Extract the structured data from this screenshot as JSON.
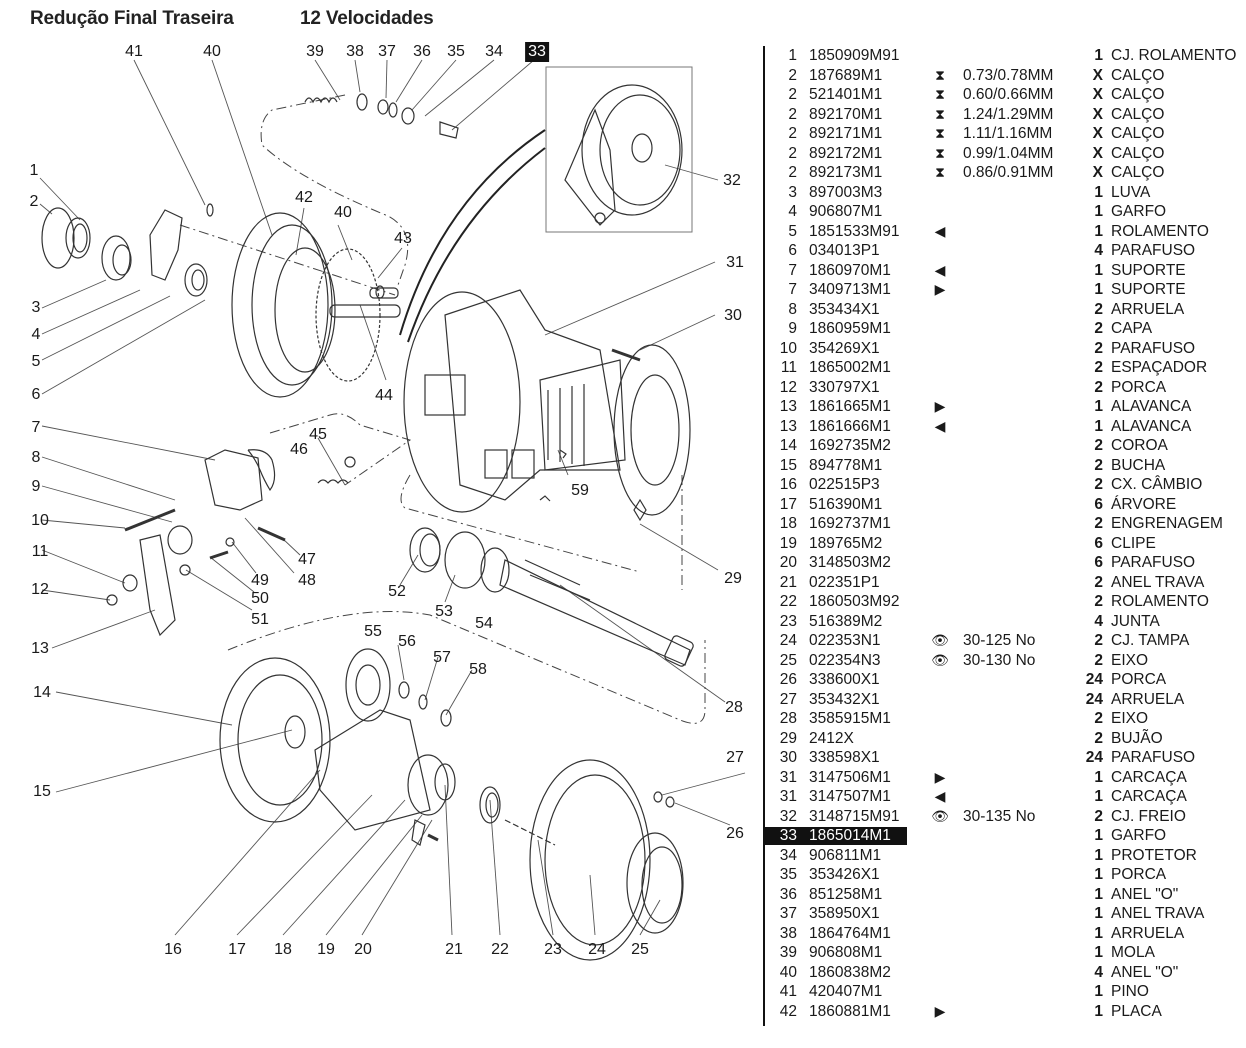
{
  "header": {
    "title": "Redução Final Traseira",
    "subtitle": "12 Velocidades"
  },
  "diagram": {
    "highlighted_callout": "33",
    "callouts": [
      {
        "label": "41"
      },
      {
        "label": "40"
      },
      {
        "label": "39"
      },
      {
        "label": "38"
      },
      {
        "label": "37"
      },
      {
        "label": "36"
      },
      {
        "label": "35"
      },
      {
        "label": "34"
      },
      {
        "label": "33"
      },
      {
        "label": "1"
      },
      {
        "label": "2"
      },
      {
        "label": "3"
      },
      {
        "label": "4"
      },
      {
        "label": "5"
      },
      {
        "label": "6"
      },
      {
        "label": "42"
      },
      {
        "label": "40"
      },
      {
        "label": "43"
      },
      {
        "label": "44"
      },
      {
        "label": "32"
      },
      {
        "label": "31"
      },
      {
        "label": "30"
      },
      {
        "label": "7"
      },
      {
        "label": "8"
      },
      {
        "label": "9"
      },
      {
        "label": "10"
      },
      {
        "label": "11"
      },
      {
        "label": "12"
      },
      {
        "label": "13"
      },
      {
        "label": "45"
      },
      {
        "label": "46"
      },
      {
        "label": "47"
      },
      {
        "label": "48"
      },
      {
        "label": "49"
      },
      {
        "label": "50"
      },
      {
        "label": "51"
      },
      {
        "label": "59"
      },
      {
        "label": "52"
      },
      {
        "label": "53"
      },
      {
        "label": "54"
      },
      {
        "label": "29"
      },
      {
        "label": "28"
      },
      {
        "label": "55"
      },
      {
        "label": "56"
      },
      {
        "label": "57"
      },
      {
        "label": "58"
      },
      {
        "label": "14"
      },
      {
        "label": "15"
      },
      {
        "label": "27"
      },
      {
        "label": "26"
      },
      {
        "label": "16"
      },
      {
        "label": "17"
      },
      {
        "label": "18"
      },
      {
        "label": "19"
      },
      {
        "label": "20"
      },
      {
        "label": "21"
      },
      {
        "label": "22"
      },
      {
        "label": "23"
      },
      {
        "label": "24"
      },
      {
        "label": "25"
      }
    ]
  },
  "symbols": {
    "shim": "⧗",
    "left": "◀",
    "right": "▶",
    "serial": "👁"
  },
  "parts": [
    {
      "ref": "1",
      "part_number": "1850909M91",
      "symbol": "",
      "note": "",
      "qty": "1",
      "description": "CJ. ROLAMENTO"
    },
    {
      "ref": "2",
      "part_number": "187689M1",
      "symbol": "shim",
      "note": "0.73/0.78MM",
      "qty": "X",
      "description": "CALÇO"
    },
    {
      "ref": "2",
      "part_number": "521401M1",
      "symbol": "shim",
      "note": "0.60/0.66MM",
      "qty": "X",
      "description": "CALÇO"
    },
    {
      "ref": "2",
      "part_number": "892170M1",
      "symbol": "shim",
      "note": "1.24/1.29MM",
      "qty": "X",
      "description": "CALÇO"
    },
    {
      "ref": "2",
      "part_number": "892171M1",
      "symbol": "shim",
      "note": "1.11/1.16MM",
      "qty": "X",
      "description": "CALÇO"
    },
    {
      "ref": "2",
      "part_number": "892172M1",
      "symbol": "shim",
      "note": "0.99/1.04MM",
      "qty": "X",
      "description": "CALÇO"
    },
    {
      "ref": "2",
      "part_number": "892173M1",
      "symbol": "shim",
      "note": "0.86/0.91MM",
      "qty": "X",
      "description": "CALÇO"
    },
    {
      "ref": "3",
      "part_number": "897003M3",
      "symbol": "",
      "note": "",
      "qty": "1",
      "description": "LUVA"
    },
    {
      "ref": "4",
      "part_number": "906807M1",
      "symbol": "",
      "note": "",
      "qty": "1",
      "description": "GARFO"
    },
    {
      "ref": "5",
      "part_number": "1851533M91",
      "symbol": "left",
      "note": "",
      "qty": "1",
      "description": "ROLAMENTO"
    },
    {
      "ref": "6",
      "part_number": "034013P1",
      "symbol": "",
      "note": "",
      "qty": "4",
      "description": "PARAFUSO"
    },
    {
      "ref": "7",
      "part_number": "1860970M1",
      "symbol": "left",
      "note": "",
      "qty": "1",
      "description": "SUPORTE"
    },
    {
      "ref": "7",
      "part_number": "3409713M1",
      "symbol": "right",
      "note": "",
      "qty": "1",
      "description": "SUPORTE"
    },
    {
      "ref": "8",
      "part_number": "353434X1",
      "symbol": "",
      "note": "",
      "qty": "2",
      "description": "ARRUELA"
    },
    {
      "ref": "9",
      "part_number": "1860959M1",
      "symbol": "",
      "note": "",
      "qty": "2",
      "description": "CAPA"
    },
    {
      "ref": "10",
      "part_number": "354269X1",
      "symbol": "",
      "note": "",
      "qty": "2",
      "description": "PARAFUSO"
    },
    {
      "ref": "11",
      "part_number": "1865002M1",
      "symbol": "",
      "note": "",
      "qty": "2",
      "description": "ESPAÇADOR"
    },
    {
      "ref": "12",
      "part_number": "330797X1",
      "symbol": "",
      "note": "",
      "qty": "2",
      "description": "PORCA"
    },
    {
      "ref": "13",
      "part_number": "1861665M1",
      "symbol": "right",
      "note": "",
      "qty": "1",
      "description": "ALAVANCA"
    },
    {
      "ref": "13",
      "part_number": "1861666M1",
      "symbol": "left",
      "note": "",
      "qty": "1",
      "description": "ALAVANCA"
    },
    {
      "ref": "14",
      "part_number": "1692735M2",
      "symbol": "",
      "note": "",
      "qty": "2",
      "description": "COROA"
    },
    {
      "ref": "15",
      "part_number": "894778M1",
      "symbol": "",
      "note": "",
      "qty": "2",
      "description": "BUCHA"
    },
    {
      "ref": "16",
      "part_number": "022515P3",
      "symbol": "",
      "note": "",
      "qty": "2",
      "description": "CX. CÂMBIO"
    },
    {
      "ref": "17",
      "part_number": "516390M1",
      "symbol": "",
      "note": "",
      "qty": "6",
      "description": "ÁRVORE"
    },
    {
      "ref": "18",
      "part_number": "1692737M1",
      "symbol": "",
      "note": "",
      "qty": "2",
      "description": "ENGRENAGEM"
    },
    {
      "ref": "19",
      "part_number": "189765M2",
      "symbol": "",
      "note": "",
      "qty": "6",
      "description": "CLIPE"
    },
    {
      "ref": "20",
      "part_number": "3148503M2",
      "symbol": "",
      "note": "",
      "qty": "6",
      "description": "PARAFUSO"
    },
    {
      "ref": "21",
      "part_number": "022351P1",
      "symbol": "",
      "note": "",
      "qty": "2",
      "description": "ANEL TRAVA"
    },
    {
      "ref": "22",
      "part_number": "1860503M92",
      "symbol": "",
      "note": "",
      "qty": "2",
      "description": "ROLAMENTO"
    },
    {
      "ref": "23",
      "part_number": "516389M2",
      "symbol": "",
      "note": "",
      "qty": "4",
      "description": "JUNTA"
    },
    {
      "ref": "24",
      "part_number": "022353N1",
      "symbol": "serial",
      "note": "30-125 No",
      "qty": "2",
      "description": "CJ. TAMPA"
    },
    {
      "ref": "25",
      "part_number": "022354N3",
      "symbol": "serial",
      "note": "30-130 No",
      "qty": "2",
      "description": "EIXO"
    },
    {
      "ref": "26",
      "part_number": "338600X1",
      "symbol": "",
      "note": "",
      "qty": "24",
      "description": "PORCA"
    },
    {
      "ref": "27",
      "part_number": "353432X1",
      "symbol": "",
      "note": "",
      "qty": "24",
      "description": "ARRUELA"
    },
    {
      "ref": "28",
      "part_number": "3585915M1",
      "symbol": "",
      "note": "",
      "qty": "2",
      "description": "EIXO"
    },
    {
      "ref": "29",
      "part_number": "2412X",
      "symbol": "",
      "note": "",
      "qty": "2",
      "description": "BUJÃO"
    },
    {
      "ref": "30",
      "part_number": "338598X1",
      "symbol": "",
      "note": "",
      "qty": "24",
      "description": "PARAFUSO"
    },
    {
      "ref": "31",
      "part_number": "3147506M1",
      "symbol": "right",
      "note": "",
      "qty": "1",
      "description": "CARCAÇA"
    },
    {
      "ref": "31",
      "part_number": "3147507M1",
      "symbol": "left",
      "note": "",
      "qty": "1",
      "description": "CARCAÇA"
    },
    {
      "ref": "32",
      "part_number": "3148715M91",
      "symbol": "serial",
      "note": "30-135 No",
      "qty": "2",
      "description": "CJ. FREIO"
    },
    {
      "ref": "33",
      "part_number": "1865014M1",
      "symbol": "",
      "note": "",
      "qty": "1",
      "description": "GARFO",
      "highlighted": true
    },
    {
      "ref": "34",
      "part_number": "906811M1",
      "symbol": "",
      "note": "",
      "qty": "1",
      "description": "PROTETOR"
    },
    {
      "ref": "35",
      "part_number": "353426X1",
      "symbol": "",
      "note": "",
      "qty": "1",
      "description": "PORCA"
    },
    {
      "ref": "36",
      "part_number": "851258M1",
      "symbol": "",
      "note": "",
      "qty": "1",
      "description": "ANEL \"O\""
    },
    {
      "ref": "37",
      "part_number": "358950X1",
      "symbol": "",
      "note": "",
      "qty": "1",
      "description": "ANEL TRAVA"
    },
    {
      "ref": "38",
      "part_number": "1864764M1",
      "symbol": "",
      "note": "",
      "qty": "1",
      "description": "ARRUELA"
    },
    {
      "ref": "39",
      "part_number": "906808M1",
      "symbol": "",
      "note": "",
      "qty": "1",
      "description": "MOLA"
    },
    {
      "ref": "40",
      "part_number": "1860838M2",
      "symbol": "",
      "note": "",
      "qty": "4",
      "description": "ANEL \"O\""
    },
    {
      "ref": "41",
      "part_number": "420407M1",
      "symbol": "",
      "note": "",
      "qty": "1",
      "description": "PINO"
    },
    {
      "ref": "42",
      "part_number": "1860881M1",
      "symbol": "right",
      "note": "",
      "qty": "1",
      "description": "PLACA"
    }
  ]
}
